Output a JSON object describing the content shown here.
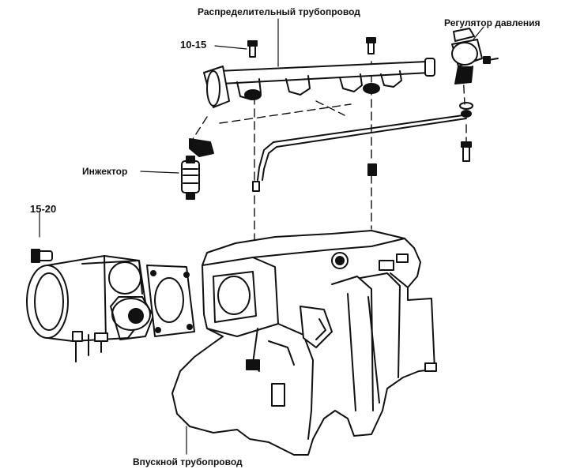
{
  "labels": {
    "fuel_rail": "Распределительный трубопровод",
    "pressure_regulator": "Регулятор давления",
    "torque_rail_bolt": "10-15",
    "injector": "Инжектор",
    "torque_throttle_bolt": "15-20",
    "intake_manifold": "Впускной трубопровод"
  },
  "colors": {
    "ink": "#111111",
    "paper": "#ffffff"
  }
}
